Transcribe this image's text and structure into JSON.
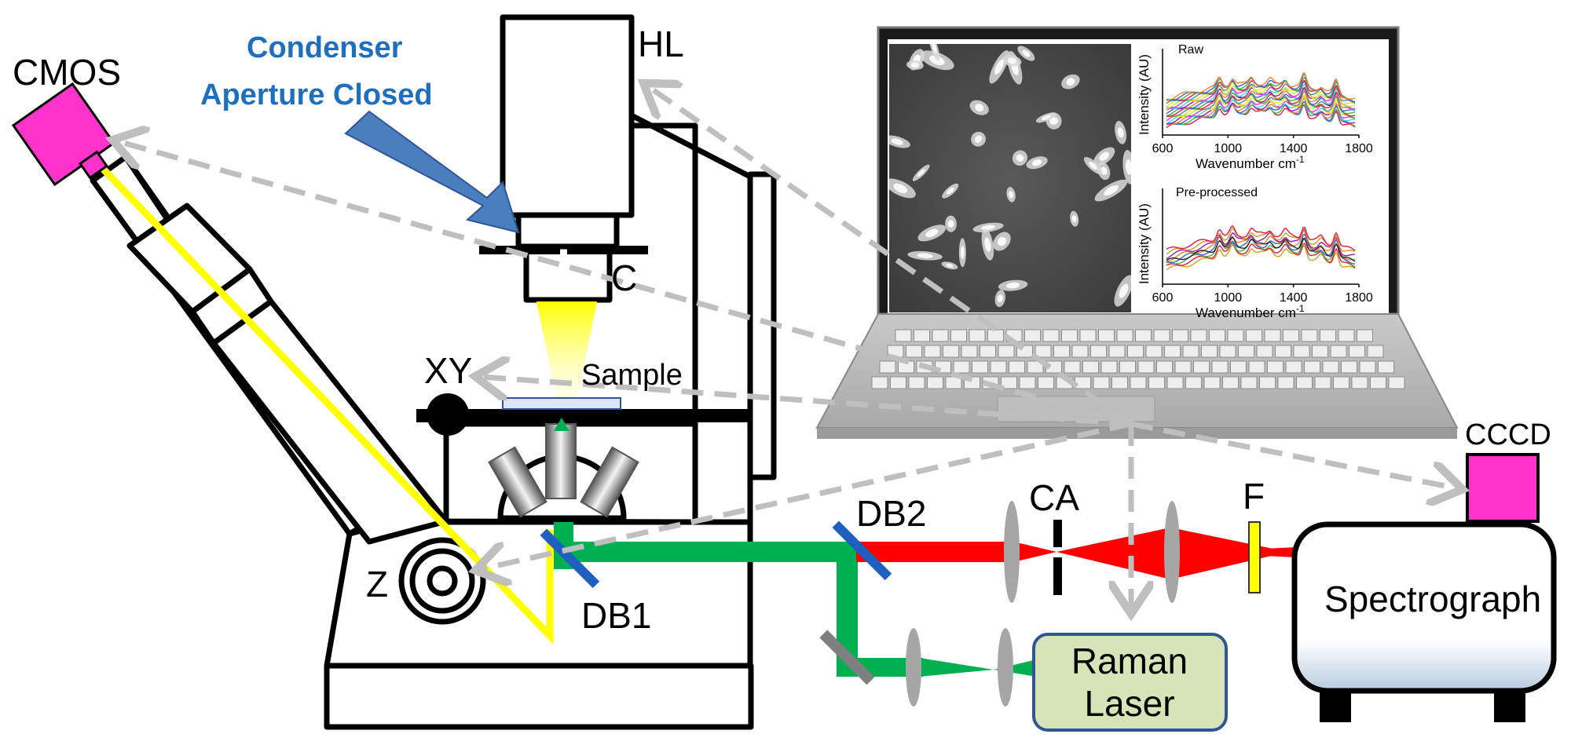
{
  "labels": {
    "cmos": "CMOS",
    "condenser_line1": "Condenser",
    "condenser_line2": "Aperture Closed",
    "hl": "HL",
    "c": "C",
    "xy": "XY",
    "sample": "Sample",
    "z": "Z",
    "db1": "DB1",
    "db2": "DB2",
    "ca": "CA",
    "f": "F",
    "ccd": "CCCD",
    "spectrograph": "Spectrograph",
    "laser_line1": "Raman",
    "laser_line2": "Laser"
  },
  "colors": {
    "cmos_box": "#ff33cc",
    "ccd_box": "#ff33cc",
    "yellow_path": "#ffff00",
    "green_beam": "#00b050",
    "red_beam": "#ff0000",
    "condenser_arrow": "#4a7ebf",
    "note_text": "#1f6fc1",
    "laser_box": "#d6e4b8",
    "laser_border": "#2f5597",
    "dashed_arrows": "#bfbfbf",
    "dichroic": "#1f5fbf"
  },
  "chart_data": [
    {
      "type": "line",
      "title": "Raw",
      "xlabel": "Wavenumber cm⁻¹",
      "ylabel": "Intensity (AU)",
      "xticks": [
        "600",
        "1000",
        "1400",
        "1800"
      ],
      "xlim": [
        600,
        1800
      ]
    },
    {
      "type": "line",
      "title": "Pre-processed",
      "xlabel": "Wavenumber cm⁻¹",
      "ylabel": "Intensity (AU)",
      "xticks": [
        "600",
        "1000",
        "1400",
        "1800"
      ],
      "xlim": [
        600,
        1800
      ]
    }
  ]
}
